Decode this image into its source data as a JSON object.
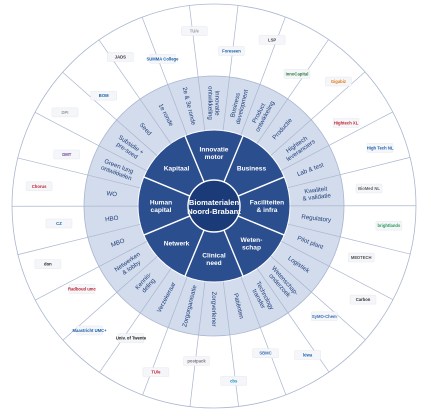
{
  "diagram": {
    "center": {
      "line1": "Biomaterialen",
      "line2": "Noord-Brabant"
    },
    "inner": [
      {
        "id": "innovatie-motor",
        "lines": [
          "Innovatie",
          "motor"
        ]
      },
      {
        "id": "business",
        "lines": [
          "Business"
        ]
      },
      {
        "id": "faciliteiten-infra",
        "lines": [
          "Faciliteiten",
          "& infra"
        ]
      },
      {
        "id": "wetenschap",
        "lines": [
          "Weten-",
          "schap"
        ]
      },
      {
        "id": "clinical-need",
        "lines": [
          "Clinical",
          "need"
        ]
      },
      {
        "id": "netwerk",
        "lines": [
          "Netwerk"
        ]
      },
      {
        "id": "human-capital",
        "lines": [
          "Human",
          "capital"
        ]
      },
      {
        "id": "kapitaal",
        "lines": [
          "Kapitaal"
        ]
      }
    ],
    "middle": [
      {
        "lines": [
          "Innovatie",
          "ontwikkeling"
        ]
      },
      {
        "lines": [
          "Business",
          "development"
        ]
      },
      {
        "lines": [
          "Product",
          "ontwikkeling"
        ]
      },
      {
        "lines": [
          "Productie"
        ]
      },
      {
        "lines": [
          "Hightech",
          "leveranciers"
        ]
      },
      {
        "lines": [
          "Lab & test"
        ]
      },
      {
        "lines": [
          "Kwaliteit",
          "& validatie"
        ]
      },
      {
        "lines": [
          "Regulatory"
        ]
      },
      {
        "lines": [
          "Pilot plant"
        ]
      },
      {
        "lines": [
          "Logistiek"
        ]
      },
      {
        "lines": [
          "Wetenschap-",
          "onderzoek"
        ]
      },
      {
        "lines": [
          "Technology",
          "transfer"
        ]
      },
      {
        "lines": [
          "Patiënten"
        ]
      },
      {
        "lines": [
          "Zorgverlener"
        ]
      },
      {
        "lines": [
          "Zorgorganisatie"
        ]
      },
      {
        "lines": [
          "Verzekeraar"
        ]
      },
      {
        "lines": [
          "Kennis-",
          "deling"
        ]
      },
      {
        "lines": [
          "Netwerken",
          "& lobby"
        ]
      },
      {
        "lines": [
          "MBO"
        ]
      },
      {
        "lines": [
          "HBO"
        ]
      },
      {
        "lines": [
          "WO"
        ]
      },
      {
        "lines": [
          "Green lung",
          "ontwikkelen"
        ]
      },
      {
        "lines": [
          "Subsidie +",
          "pre-seed"
        ]
      },
      {
        "lines": [
          "Seed"
        ]
      },
      {
        "lines": [
          "1e ronde"
        ]
      },
      {
        "lines": [
          "2e & 3e ronde"
        ]
      }
    ],
    "logos": [
      {
        "text": "Foreseen",
        "color": "#1b5fa8"
      },
      {
        "text": "LSP",
        "color": "#444444"
      },
      {
        "text": "InnoCapital",
        "color": "#2a7a3b"
      },
      {
        "text": "Gigabiz",
        "color": "#e07a1c"
      },
      {
        "text": "Hightech XL",
        "color": "#c01f2f"
      },
      {
        "text": "High Tech NL",
        "color": "#1b5fa8"
      },
      {
        "text": "BioMed NL",
        "color": "#666666"
      },
      {
        "text": "brightlands",
        "color": "#2a9a5a"
      },
      {
        "text": "MEDTECH",
        "color": "#555555"
      },
      {
        "text": "Carbon",
        "color": "#333333"
      },
      {
        "text": "SyMO-Chem",
        "color": "#3a6fb0"
      },
      {
        "text": "kiwa",
        "color": "#1b5fa8"
      },
      {
        "text": "SBMC",
        "color": "#3a6fb0"
      },
      {
        "text": "cbs",
        "color": "#1b8ac2"
      },
      {
        "text": "postpack",
        "color": "#777777"
      },
      {
        "text": "TU/e",
        "color": "#c01f2f"
      },
      {
        "text": "Univ. of Twente",
        "color": "#222222"
      },
      {
        "text": "Maastricht UMC+",
        "color": "#1b5fa8"
      },
      {
        "text": "Radboud umc",
        "color": "#c01f2f"
      },
      {
        "text": "don",
        "color": "#222222"
      },
      {
        "text": "CZ",
        "color": "#1b5fa8"
      },
      {
        "text": "Chorus",
        "color": "#c01f2f"
      },
      {
        "text": "DMT",
        "color": "#6a3f9a"
      },
      {
        "text": "DPI",
        "color": "#999999"
      },
      {
        "text": "BOM",
        "color": "#1b5fa8"
      },
      {
        "text": "JADS",
        "color": "#333333"
      },
      {
        "text": "SUMMA College",
        "color": "#1b5fa8"
      },
      {
        "text": "TU/e",
        "color": "#999999"
      }
    ],
    "colors": {
      "core": "#1a3a78",
      "inner": "#2b4e8e",
      "middle": "#d3dcec",
      "outer": "#ffffff",
      "border": "#a9b6cf"
    }
  }
}
